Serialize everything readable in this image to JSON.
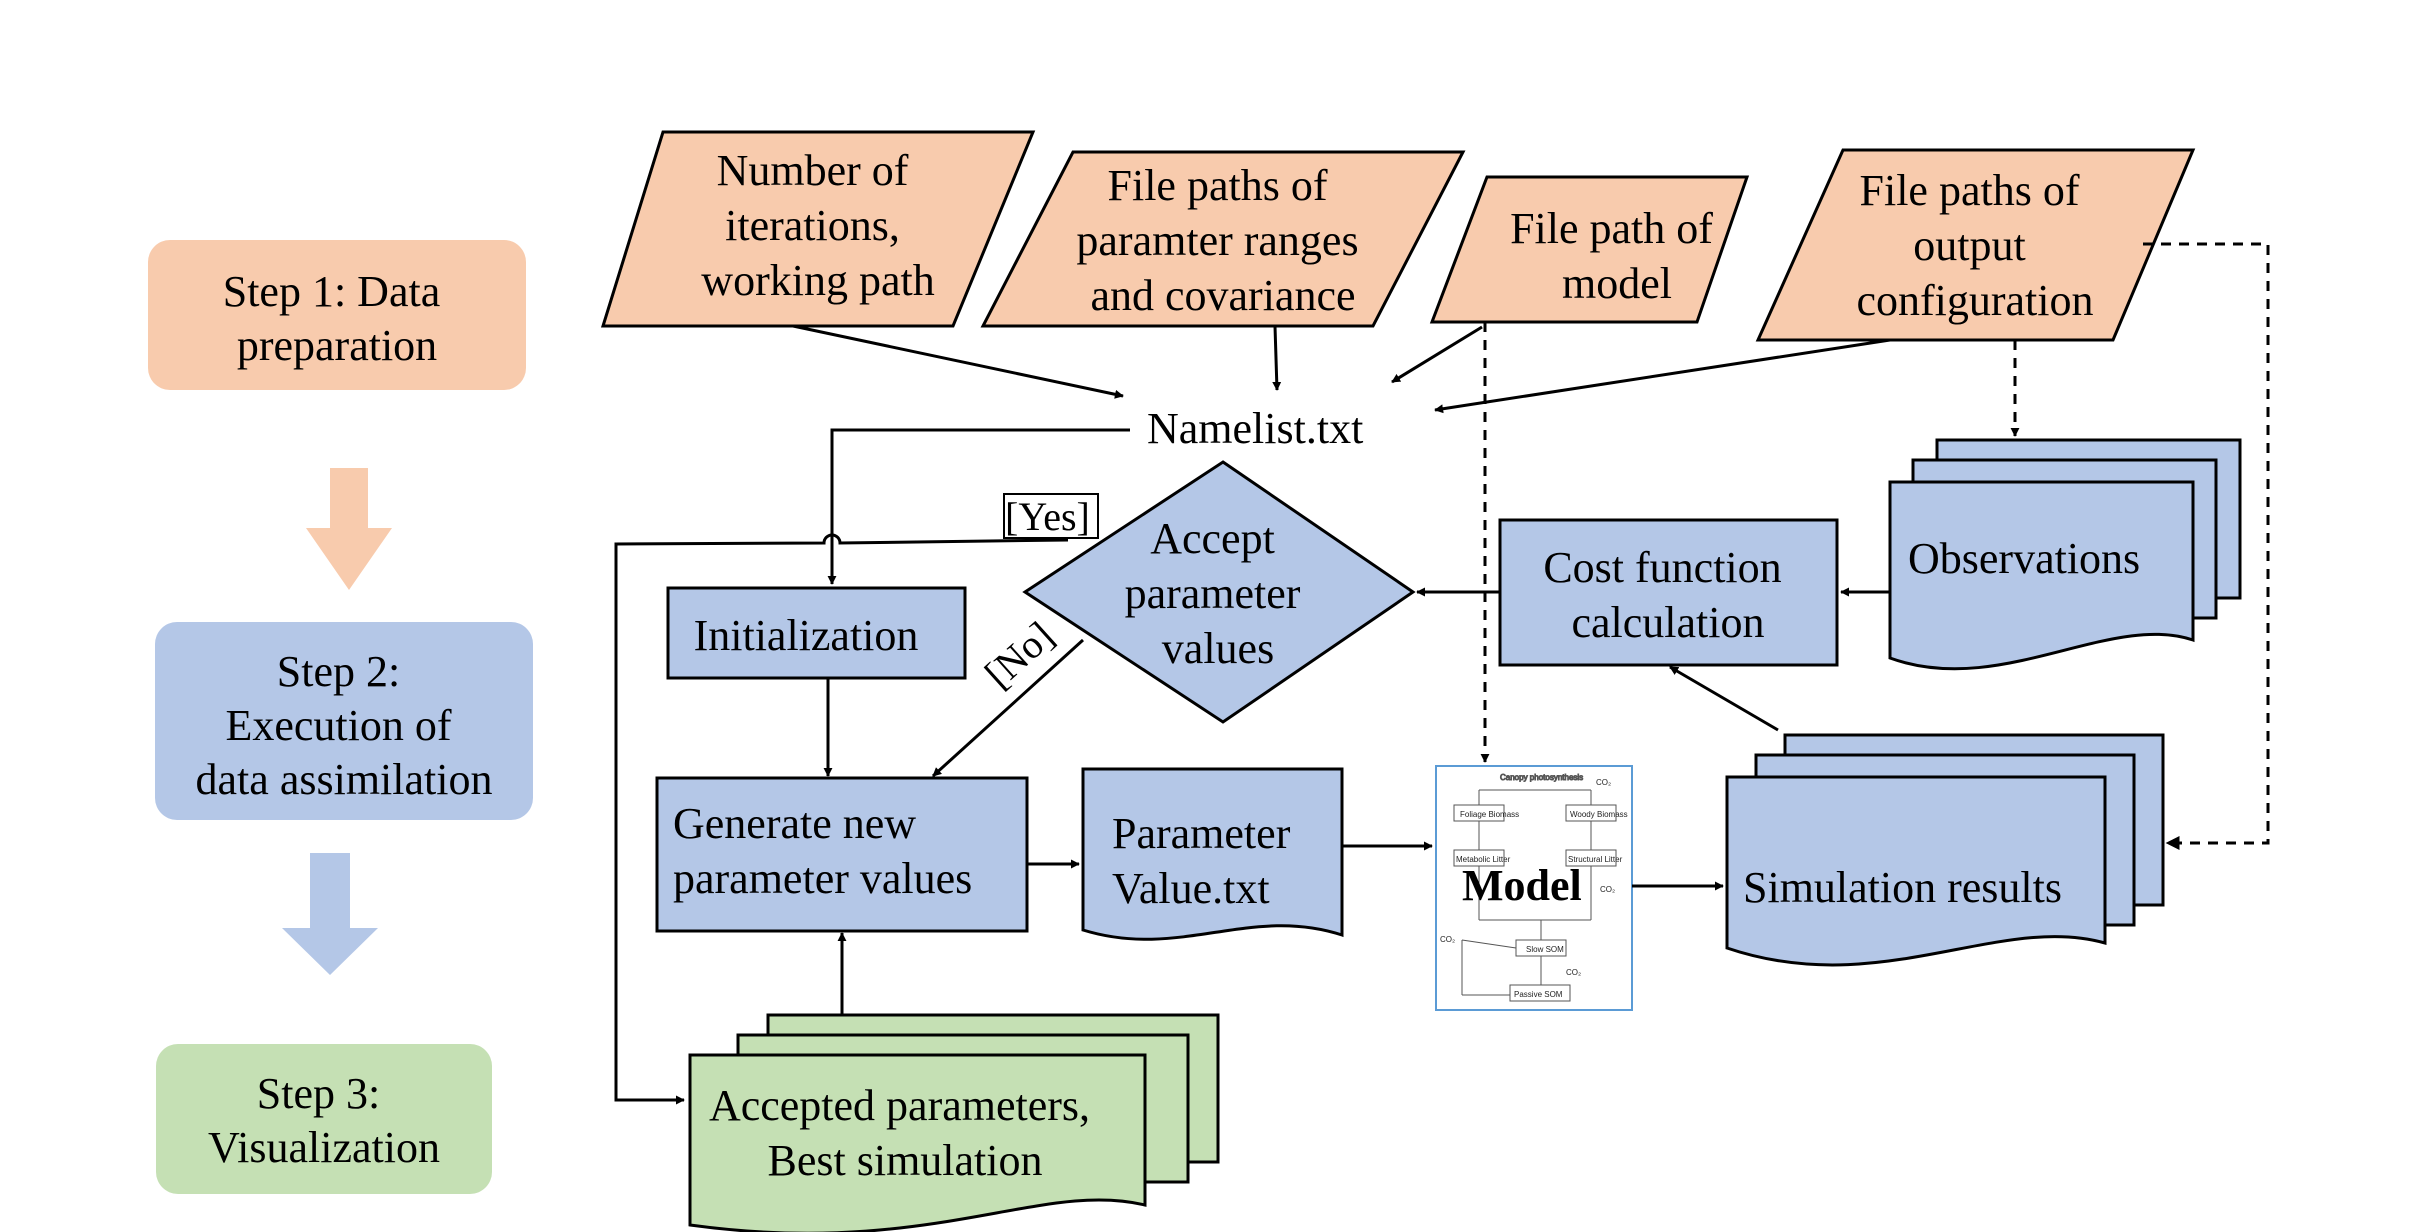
{
  "steps": [
    {
      "id": "step1",
      "lines": [
        "Step 1: Data",
        "preparation"
      ],
      "fill": "#F8CBAD"
    },
    {
      "id": "step2",
      "lines": [
        "Step 2:",
        "Execution of",
        "data assimilation"
      ],
      "fill": "#B4C7E7"
    },
    {
      "id": "step3",
      "lines": [
        "Step 3:",
        "Visualization"
      ],
      "fill": "#C5E0B4"
    }
  ],
  "inputs": {
    "iterations": [
      "Number of",
      "iterations,",
      "working path"
    ],
    "param_paths": [
      "File paths of",
      "paramter ranges",
      "and covariance"
    ],
    "model_path": [
      "File path of",
      "model"
    ],
    "output_paths": [
      "File paths of",
      "output",
      "configuration"
    ]
  },
  "nodes": {
    "namelist": "Namelist.txt",
    "initialization": "Initialization",
    "decision": [
      "Accept",
      "parameter",
      "values"
    ],
    "generate": [
      "Generate new",
      "parameter values"
    ],
    "param_file": [
      "Parameter",
      "Value.txt"
    ],
    "model": "Model",
    "cost": [
      "Cost function",
      "calculation"
    ],
    "observations": "Observations",
    "simulation": "Simulation results",
    "accepted": [
      "Accepted parameters,",
      "Best simulation"
    ]
  },
  "edge_labels": {
    "yes": "[Yes]",
    "no": "[No]"
  },
  "model_thumbnail": {
    "title": "Canopy photosynthesis",
    "boxes": [
      "Foliage Biomass",
      "Woody Biomass",
      "Metabolic Litter",
      "Structural Litter",
      "Slow SOM",
      "Passive SOM"
    ],
    "gas": "CO₂"
  },
  "colors": {
    "orange_fill": "#F8CBAD",
    "blue_fill": "#B4C7E7",
    "green_fill": "#C5E0B4",
    "stroke": "#000000",
    "step_orange": "#F8CBAD",
    "step_blue": "#B4C7E7",
    "step_green": "#C5E0B4"
  }
}
